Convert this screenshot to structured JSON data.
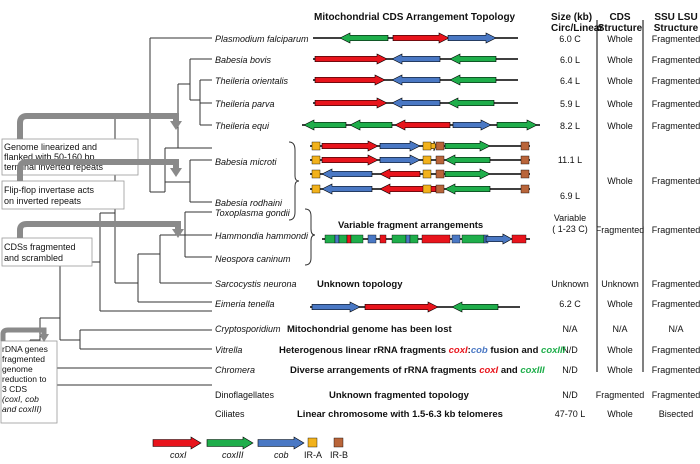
{
  "header": {
    "topology_title": "Mitochondrial CDS Arrangement Topology",
    "size_title_1": "Size (kb)",
    "size_title_2": "Circ/Linear",
    "cds_title_1": "CDS",
    "cds_title_2": "Structure",
    "ssu_title_1": "SSU LSU",
    "ssu_title_2": "Structure"
  },
  "taxa": [
    {
      "name": "Plasmodium falciparum",
      "italic": true,
      "size": "6.0 C",
      "cds": "Whole",
      "ssu": "Fragmented"
    },
    {
      "name": "Babesia bovis",
      "italic": true,
      "size": "6.0 L",
      "cds": "Whole",
      "ssu": "Fragmented"
    },
    {
      "name": "Theileria orientalis",
      "italic": true,
      "size": "6.4 L",
      "cds": "Whole",
      "ssu": "Fragmented"
    },
    {
      "name": "Theileria parva",
      "italic": true,
      "size": "5.9 L",
      "cds": "Whole",
      "ssu": "Fragmented"
    },
    {
      "name": "Theileria equi",
      "italic": true,
      "size": "8.2 L",
      "cds": "Whole",
      "ssu": "Fragmented"
    },
    {
      "name": "Babesia microti",
      "italic": true
    },
    {
      "name": "Babesia rodhaini",
      "italic": true
    },
    {
      "name": "Toxoplasma gondii",
      "italic": true
    },
    {
      "name": "Hammondia hammondi",
      "italic": true
    },
    {
      "name": "Neospora caninum",
      "italic": true
    },
    {
      "name": "Sarcocystis neurona",
      "italic": true,
      "size": "Unknown",
      "cds": "Unknown",
      "ssu": "Fragmented"
    },
    {
      "name": "Eimeria tenella",
      "italic": true,
      "size": "6.2 C",
      "cds": "Whole",
      "ssu": "Fragmented"
    },
    {
      "name": "Cryptosporidium",
      "italic": true,
      "size": "N/A",
      "cds": "N/A",
      "ssu": "N/A"
    },
    {
      "name": "Vitrella",
      "italic": true,
      "size": "N/D",
      "cds": "Whole",
      "ssu": "Fragmented"
    },
    {
      "name": "Chromera",
      "italic": true,
      "size": "N/D",
      "cds": "Whole",
      "ssu": "Fragmented"
    },
    {
      "name": "Dinoflagellates",
      "italic": false,
      "size": "N/D",
      "cds": "Fragmented",
      "ssu": "Fragmented"
    },
    {
      "name": "Ciliates",
      "italic": false,
      "size": "47-70 L",
      "cds": "Whole",
      "ssu": "Bisected"
    }
  ],
  "babesia_group": {
    "size_microti": "11.1 L",
    "size_rodhaini": "6.9 L",
    "cds": "Whole",
    "ssu": "Fragmented"
  },
  "coccidia_group": {
    "topology_label": "Variable fragment arrangements",
    "size_1": "Variable",
    "size_2": "( 1-23 C)",
    "cds": "Fragmented",
    "ssu": "Fragmented"
  },
  "row_texts": {
    "sarcocystis": "Unknown topology",
    "cryptosporidium": "Mitochondrial genome has been lost",
    "vitrella_1": "Heterogenous linear rRNA fragments ",
    "vitrella_coxI": "coxI",
    "vitrella_colon": ":",
    "vitrella_cob": "cob",
    "vitrella_2": " fusion and ",
    "vitrella_coxIII": "coxIII",
    "chromera_1": "Diverse arrangements of rRNA fragments ",
    "chromera_coxI": "coxI",
    "chromera_2": " and ",
    "chromera_coxIII": "coxIII",
    "dinoflagellates": "Unknown fragmented topology",
    "ciliates": "Linear chromosome with 1.5-6.3 kb telomeres"
  },
  "callouts": {
    "linearized": [
      "Genome linearized and",
      "flanked with 50-160 bp",
      "terminal inverted repeats"
    ],
    "flipflop": [
      "Flip-flop invertase acts",
      "on inverted repeats"
    ],
    "cds_fragmented": [
      "CDSs fragmented",
      "and scrambled"
    ],
    "rdna": [
      "rDNA genes",
      "fragmented",
      "genome",
      "reduction to",
      "3 CDS"
    ],
    "rdna_genes": [
      "(coxI, cob",
      "and coxIII)"
    ]
  },
  "legend": {
    "coxI": "coxI",
    "coxIII": "coxIII",
    "cob": "cob",
    "ira": "IR-A",
    "irb": "IR-B"
  },
  "colors": {
    "coxI": "#e8141c",
    "coxIII": "#1fae4b",
    "cob": "#4a78c4",
    "ira": "#f2b21c",
    "irb": "#b9653a",
    "callout_arrow": "#8a8a8a"
  }
}
